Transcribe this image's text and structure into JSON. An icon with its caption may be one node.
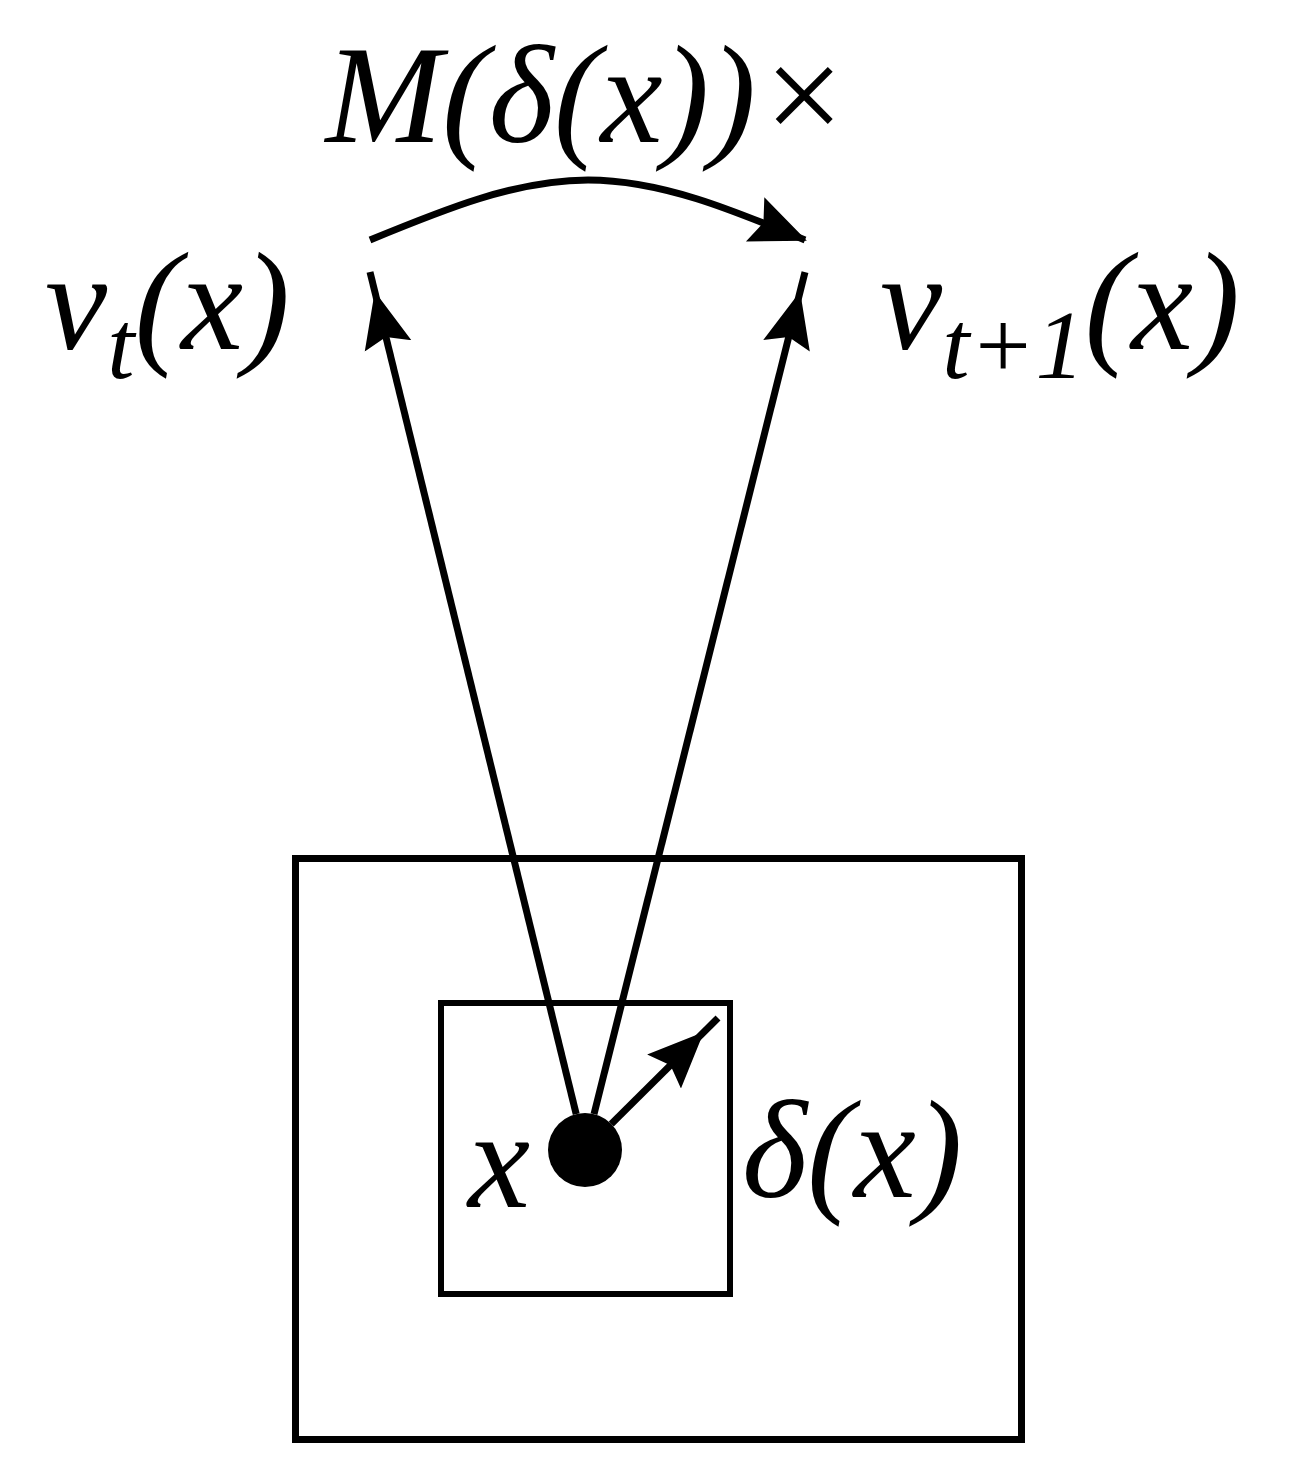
{
  "diagram": {
    "nodes": [
      {
        "text": [
          "v$_{t}$(x)"
        ]
      },
      {
        "text": [
          "v$_{t+1}$(x)"
        ]
      },
      {
        "text": [],
        "shape": "box"
      },
      {
        "text": [],
        "shape": "box",
        "in": 2
      },
      {
        "text": [],
        "shape": "circle",
        "in": 3,
        "beside": [
          "x"
        ]
      }
    ],
    "edges": [
      {
        "from": 0,
        "to": 1,
        "arrow": "to",
        "label": "M(δ(x))×"
      },
      {
        "from": 4,
        "to": 0,
        "arrow": "to"
      },
      {
        "from": 4,
        "to": 1,
        "arrow": "to"
      },
      {
        "from": 4,
        "to": null,
        "arrow": "to",
        "label": "δ(x)"
      }
    ]
  }
}
